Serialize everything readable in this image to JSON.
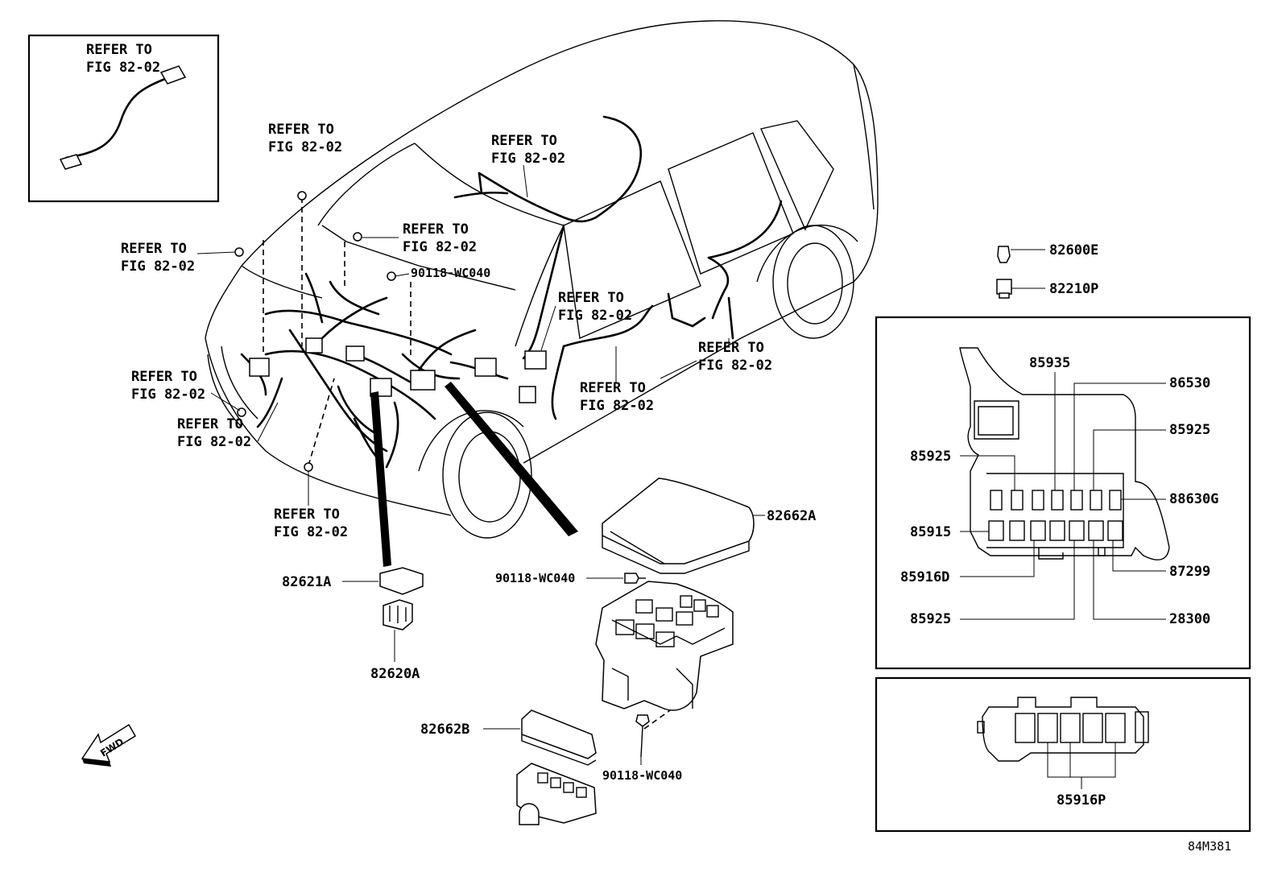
{
  "callouts": {
    "refer_text_line1": "REFER TO",
    "refer_text_line2": "FIG 82-02"
  },
  "parts": {
    "p82600E": "82600E",
    "p82210P": "82210P",
    "p85935": "85935",
    "p86530": "86530",
    "p85925_right": "85925",
    "p85925_left": "85925",
    "p88630G": "88630G",
    "p85915": "85915",
    "p85916D": "85916D",
    "p87299": "87299",
    "p85925_bottom": "85925",
    "p28300": "28300",
    "p85916P": "85916P",
    "p82662A": "82662A",
    "p90118_mid": "90118-WC040",
    "p90118_top": "90118-WC040",
    "p90118_bottom": "90118-WC040",
    "p82621A": "82621A",
    "p82620A": "82620A",
    "p82662B": "82662B"
  },
  "fwd_label": "FWD",
  "figure_code": "84M381"
}
